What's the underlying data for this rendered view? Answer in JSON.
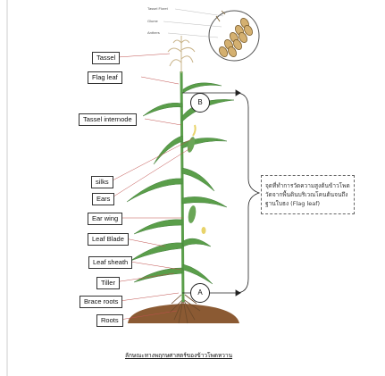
{
  "diagram": {
    "callouts": {
      "tassel_floret": "Tassel Floret",
      "glume": "Glume",
      "anthers": "Anthers"
    },
    "labels": {
      "tassel": "Tassel",
      "flag_leaf": "Flag leaf",
      "tassel_internode": "Tassel   internode",
      "silks": "silks",
      "ears": "Ears",
      "ear_wing": "Ear wing",
      "leaf_blade": "Leaf Blade",
      "leaf_sheath": "Leaf sheath",
      "tiller": "Tiller",
      "brace_roots": "Brace roots",
      "roots": "Roots"
    },
    "markers": {
      "a": "A",
      "b": "B"
    },
    "note_lines": [
      "จุดที่ทำการวัดความสูงต้นข้าวโพด",
      "วัดจากพื้นดินบริเวณโคนต้นจนถึง",
      "ฐานใบธง (Flag leaf)"
    ],
    "caption": "ลักษณะทางพฤกษศาสตร์ของข้าวโพดหวาน",
    "colors": {
      "leaf": "#5a9e4a",
      "leaf_dark": "#3f7d35",
      "soil": "#8b5a33",
      "tassel": "#d9c7a0",
      "silk": "#e8d36a",
      "measure": "#222222"
    }
  }
}
